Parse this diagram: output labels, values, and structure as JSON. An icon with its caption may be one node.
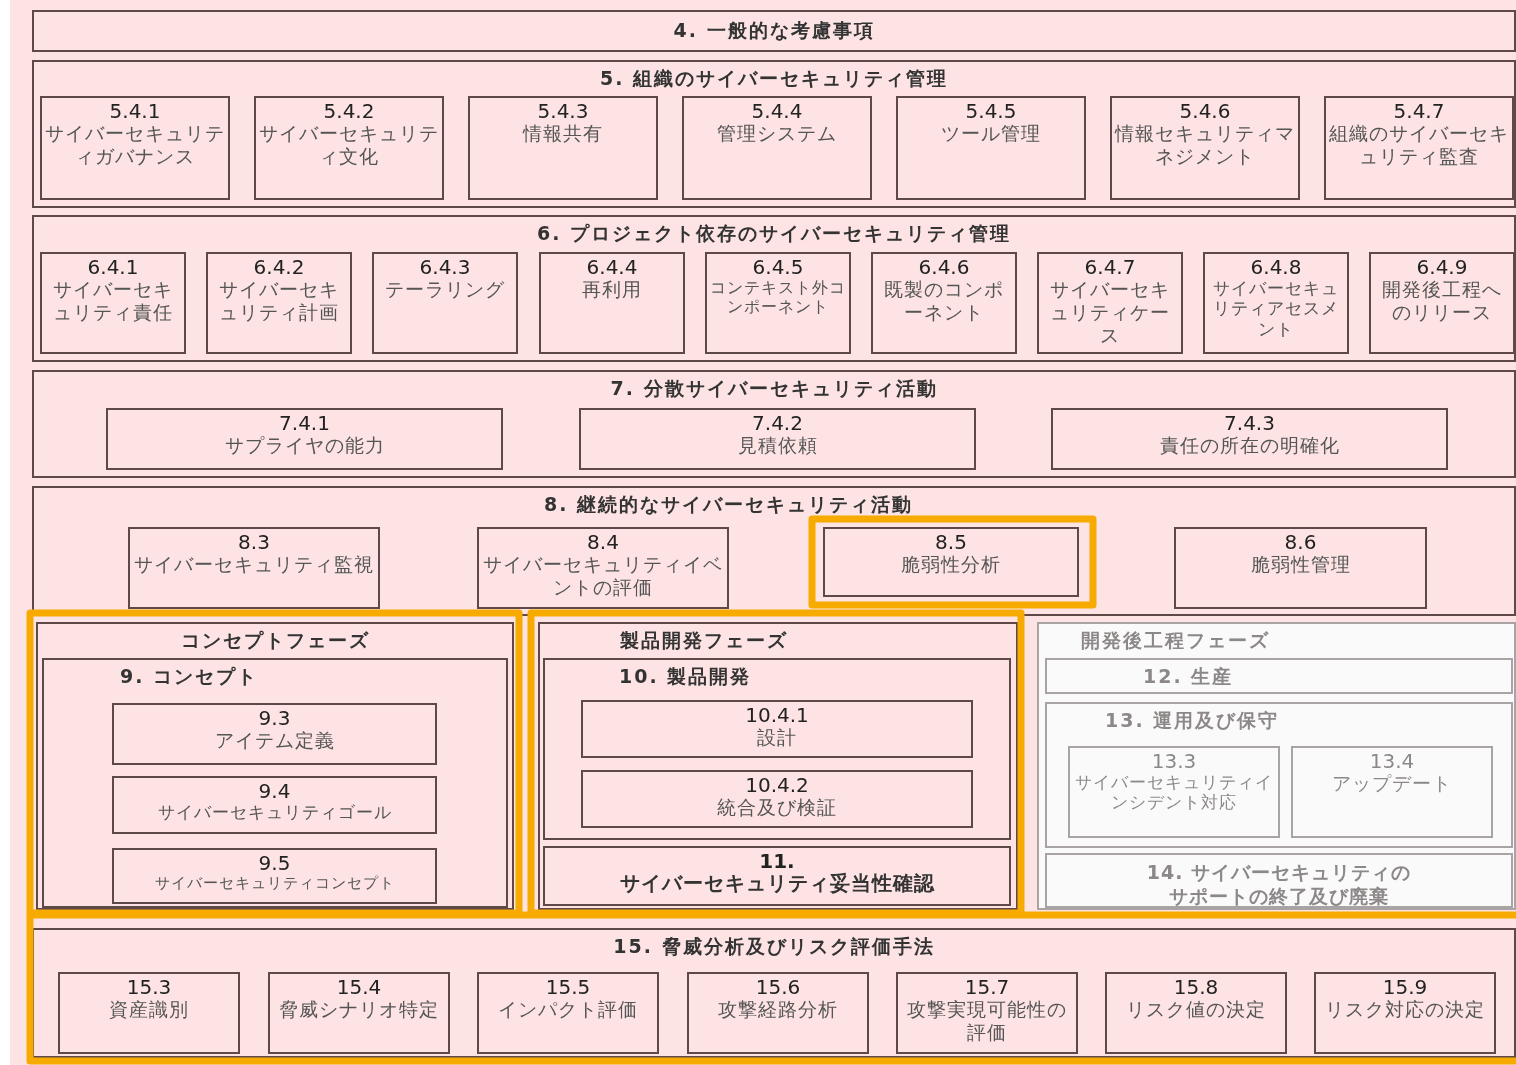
{
  "diagram": {
    "nodes": [
      {
        "text": [
          "4. 一般的な考慮事項"
        ]
      },
      {
        "text": [
          "5. 組織のサイバーセキュリティ管理"
        ]
      },
      {
        "text": [
          "5.4.1",
          "サイバーセキュリティガバナンス"
        ],
        "in": 1
      },
      {
        "text": [
          "5.4.2",
          "サイバーセキュリティ文化"
        ],
        "in": 1
      },
      {
        "text": [
          "5.4.3",
          "情報共有"
        ],
        "in": 1
      },
      {
        "text": [
          "5.4.4",
          "管理システム"
        ],
        "in": 1
      },
      {
        "text": [
          "5.4.5",
          "ツール管理"
        ],
        "in": 1
      },
      {
        "text": [
          "5.4.6",
          "情報セキュリティマネジメント"
        ],
        "in": 1
      },
      {
        "text": [
          "5.4.7",
          "組織のサイバーセキュリティ監査"
        ],
        "in": 1
      },
      {
        "text": [
          "6. プロジェクト依存のサイバーセキュリティ管理"
        ]
      },
      {
        "text": [
          "6.4.1",
          "サイバーセキュリティ責任"
        ],
        "in": 9
      },
      {
        "text": [
          "6.4.2",
          "サイバーセキュリティ計画"
        ],
        "in": 9
      },
      {
        "text": [
          "6.4.3",
          "テーラリング"
        ],
        "in": 9
      },
      {
        "text": [
          "6.4.4",
          "再利用"
        ],
        "in": 9
      },
      {
        "text": [
          "6.4.5",
          "コンテキスト外コンポーネント"
        ],
        "in": 9
      },
      {
        "text": [
          "6.4.6",
          "既製のコンポーネント"
        ],
        "in": 9
      },
      {
        "text": [
          "6.4.7",
          "サイバーセキュリティケース"
        ],
        "in": 9
      },
      {
        "text": [
          "6.4.8",
          "サイバーセキュリティアセスメント"
        ],
        "in": 9
      },
      {
        "text": [
          "6.4.9",
          "開発後工程へのリリース"
        ],
        "in": 9
      },
      {
        "text": [
          "7. 分散サイバーセキュリティ活動"
        ]
      },
      {
        "text": [
          "7.4.1",
          "サプライヤの能力"
        ],
        "in": 19
      },
      {
        "text": [
          "7.4.2",
          "見積依頼"
        ],
        "in": 19
      },
      {
        "text": [
          "7.4.3",
          "責任の所在の明確化"
        ],
        "in": 19
      },
      {
        "text": [
          "8. 継続的なサイバーセキュリティ活動"
        ]
      },
      {
        "text": [
          "8.3",
          "サイバーセキュリティ監視"
        ],
        "in": 23
      },
      {
        "text": [
          "8.4",
          "サイバーセキュリティイベントの評価"
        ],
        "in": 23
      },
      {
        "text": [
          "8.5",
          "脆弱性分析"
        ],
        "in": 23
      },
      {
        "text": [
          "8.6",
          "脆弱性管理"
        ],
        "in": 23
      },
      {
        "text": [
          "コンセプトフェーズ"
        ]
      },
      {
        "text": [
          "9. コンセプト"
        ],
        "in": 28
      },
      {
        "text": [
          "9.3",
          "アイテム定義"
        ],
        "in": 29
      },
      {
        "text": [
          "9.4",
          "サイバーセキュリティゴール"
        ],
        "in": 29
      },
      {
        "text": [
          "9.5",
          "サイバーセキュリティコンセプト"
        ],
        "in": 29
      },
      {
        "text": [
          "製品開発フェーズ"
        ]
      },
      {
        "text": [
          "10. 製品開発"
        ],
        "in": 33
      },
      {
        "text": [
          "10.4.1",
          "設計"
        ],
        "in": 34
      },
      {
        "text": [
          "10.4.2",
          "統合及び検証"
        ],
        "in": 34
      },
      {
        "text": [
          "11.",
          "サイバーセキュリティ妥当性確認"
        ],
        "in": 33
      },
      {
        "text": [
          "開発後工程フェーズ"
        ]
      },
      {
        "text": [
          "12. 生産"
        ],
        "in": 38
      },
      {
        "text": [
          "13. 運用及び保守"
        ],
        "in": 38
      },
      {
        "text": [
          "13.3",
          "サイバーセキュリティインシデント対応"
        ],
        "in": 40
      },
      {
        "text": [
          "13.4",
          "アップデート"
        ],
        "in": 40
      },
      {
        "text": [
          "14. サイバーセキュリティのサポートの終了及び廃棄"
        ],
        "in": 38
      },
      {
        "text": [
          "15. 脅威分析及びリスク評価手法"
        ]
      },
      {
        "text": [
          "15.3",
          "資産識別"
        ],
        "in": 44
      },
      {
        "text": [
          "15.4",
          "脅威シナリオ特定"
        ],
        "in": 44
      },
      {
        "text": [
          "15.5",
          "インパクト評価"
        ],
        "in": 44
      },
      {
        "text": [
          "15.6",
          "攻撃経路分析"
        ],
        "in": 44
      },
      {
        "text": [
          "15.7",
          "攻撃実現可能性の評価"
        ],
        "in": 44
      },
      {
        "text": [
          "15.8",
          "リスク値の決定"
        ],
        "in": 44
      },
      {
        "text": [
          "15.9",
          "リスク対応の決定"
        ],
        "in": 44
      }
    ]
  }
}
